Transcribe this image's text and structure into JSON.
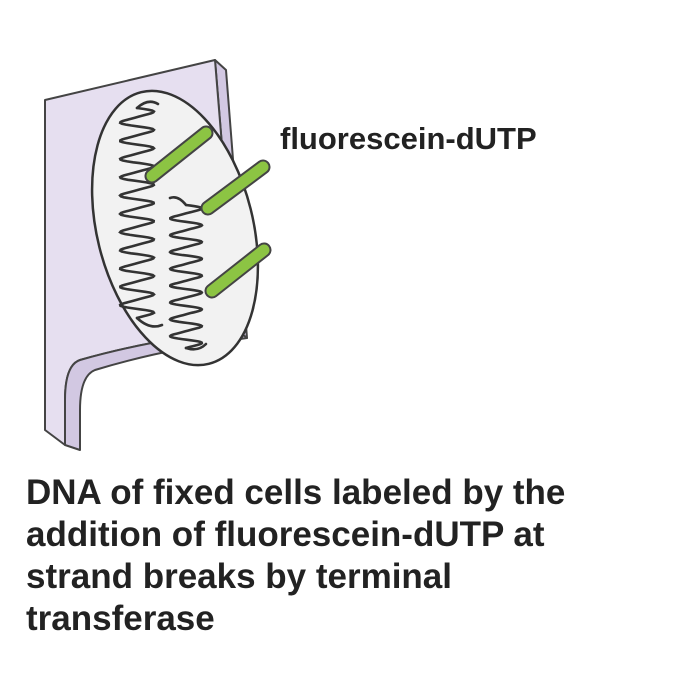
{
  "label": "fluorescein-dUTP",
  "caption": {
    "lines": [
      "DNA of fixed cells labeled by the",
      "addition of fluorescein-dUTP at",
      "strand breaks by terminal",
      "transferase"
    ]
  },
  "colors": {
    "slide_fill": "#e6dff0",
    "slide_edge": "#d2c8e2",
    "outline": "#444444",
    "label_marker": "#8cc443",
    "text": "#222222"
  }
}
